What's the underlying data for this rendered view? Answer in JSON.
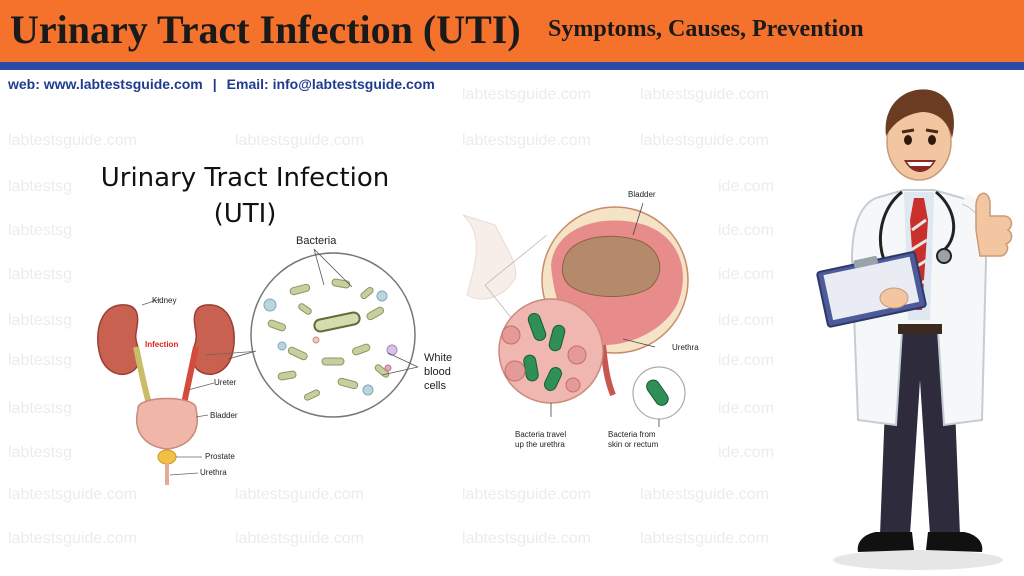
{
  "header": {
    "title": "Urinary Tract Infection (UTI)",
    "subtitle": "Symptoms, Causes, Prevention",
    "colors": {
      "banner": "#f4722b",
      "rule": "#2b4aa8",
      "contact_text": "#1f3b8f"
    }
  },
  "contact": {
    "web": "web:  www.labtestsguide.com",
    "separator": "|",
    "email": "Email: info@labtestsguide.com"
  },
  "watermark": {
    "full": "labtestsguide.com",
    "short_left": "labtestsg",
    "short_right": "ide.com"
  },
  "diagram_left": {
    "title_line1": "Urinary Tract Infection",
    "title_line2": "(UTI)",
    "labels": {
      "kidney": "Kidney",
      "infection": "Infection",
      "ureter": "Ureter",
      "bladder": "Bladder",
      "prostate": "Prostate",
      "urethra": "Urethra",
      "bacteria": "Bacteria",
      "white_blood_cells_1": "White",
      "white_blood_cells_2": "blood",
      "white_blood_cells_3": "cells"
    }
  },
  "diagram_right": {
    "labels": {
      "bladder": "Bladder",
      "urethra": "Urethra",
      "travel_1": "Bacteria travel",
      "travel_2": "up the urethra",
      "from_1": "Bacteria from",
      "from_2": "skin or rectum"
    }
  }
}
